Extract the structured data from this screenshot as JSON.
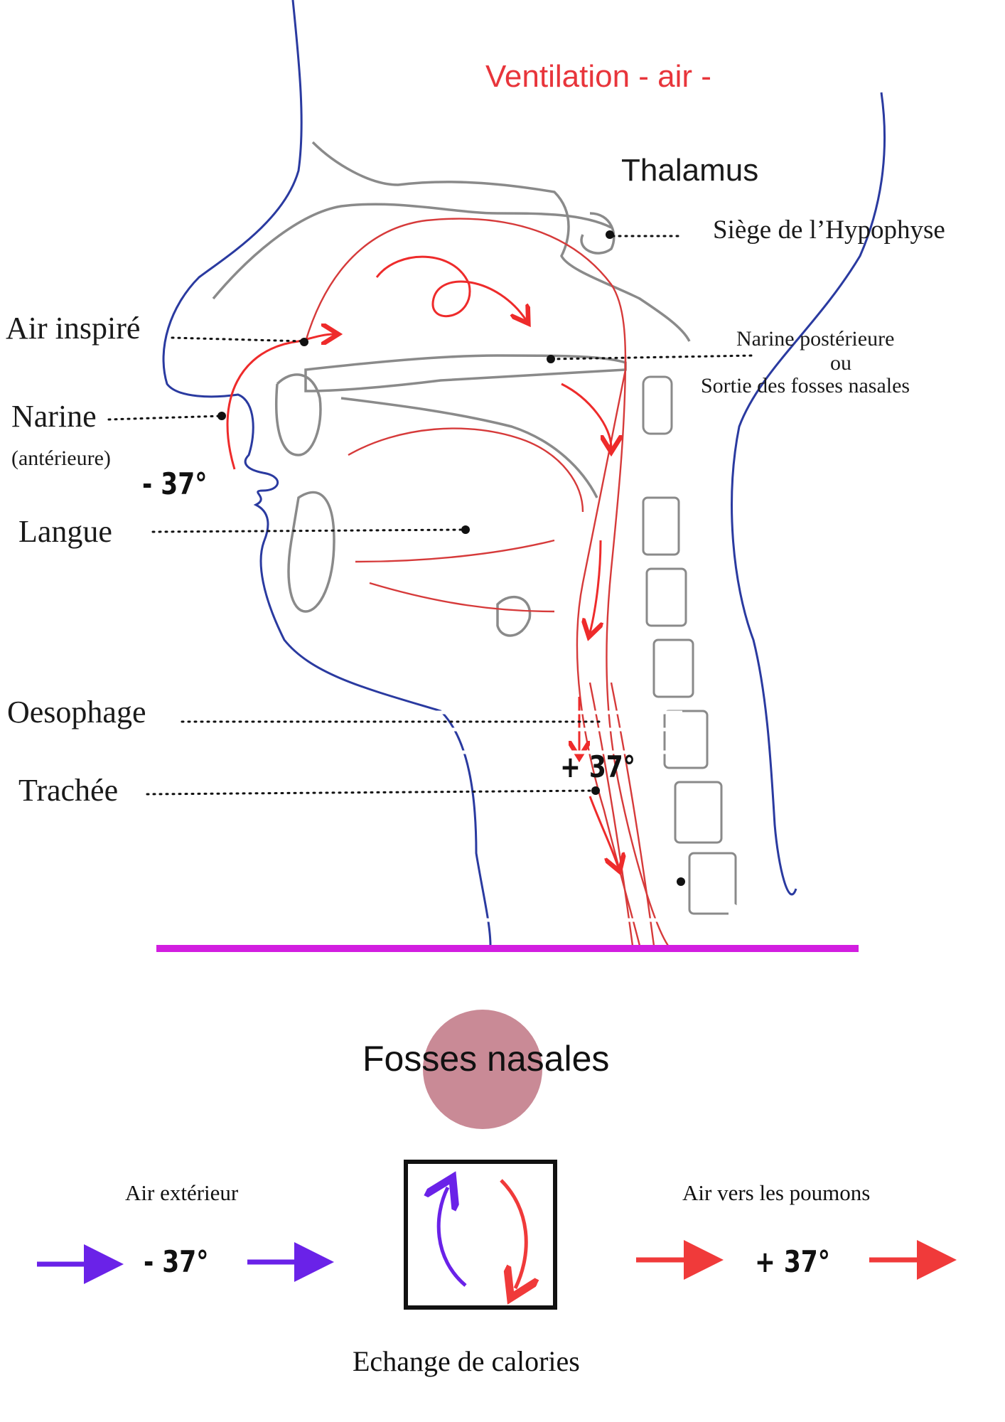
{
  "diagram": {
    "title": "Ventilation - air -",
    "labels": {
      "thalamus": "Thalamus",
      "hypophyse": "Siège de l’Hypophyse",
      "air_inspire": "Air inspiré",
      "narine_post_1": "Narine postérieure",
      "narine_post_2": "ou",
      "narine_post_3": "Sortie des fosses nasales",
      "narine": "Narine",
      "narine_sub": "(antérieure)",
      "temp_cold": "- 37°",
      "langue": "Langue",
      "oesophage": "Oesophage",
      "trachee": "Trachée",
      "temp_warm": "+ 37°"
    },
    "colors": {
      "outline_blue": "#2a3aa0",
      "bone_gray": "#7a7a7a",
      "airway_red": "#d63a3a",
      "arrow_red": "#ee2b2b",
      "baseline_magenta": "#d21ee0"
    }
  },
  "legend": {
    "heading": "Fosses nasales",
    "left_label": "Air extérieur",
    "left_temp": "- 37°",
    "right_label": "Air vers les poumons",
    "right_temp": "+ 37°",
    "exchange_label": "Echange de calories",
    "colors": {
      "circle": "#c98a96",
      "cold_arrow": "#6a22e8",
      "warm_arrow": "#f03a3a",
      "box": "#111111"
    }
  }
}
